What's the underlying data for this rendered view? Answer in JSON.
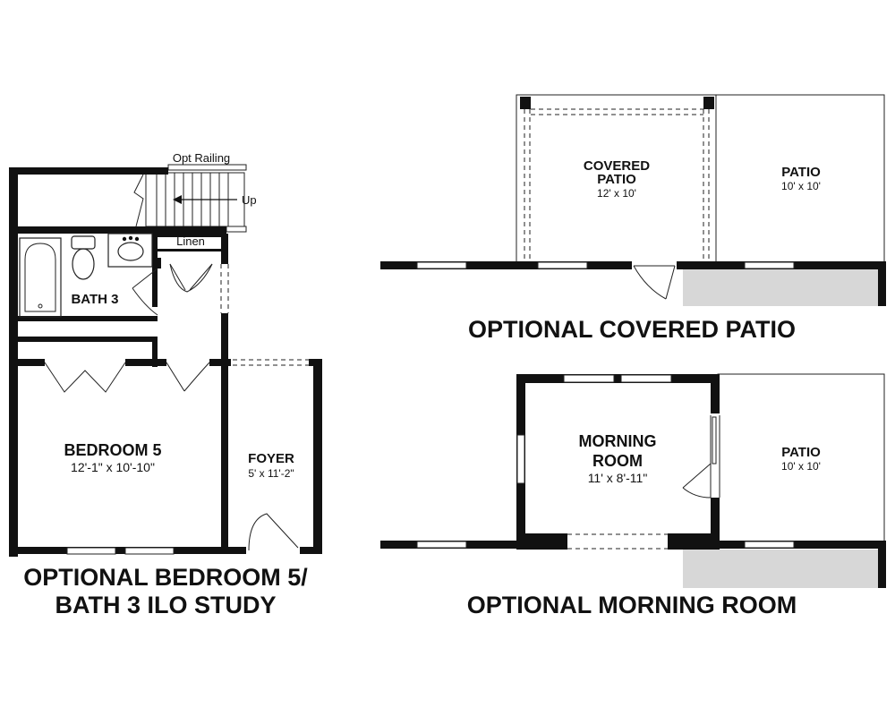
{
  "left_plan": {
    "opt_railing": "Opt Railing",
    "up": "Up",
    "linen": "Linen",
    "bath": "BATH 3",
    "bedroom_name": "BEDROOM 5",
    "bedroom_dims": "12'-1\" x 10'-10\"",
    "foyer_name": "FOYER",
    "foyer_dims": "5' x 11'-2\"",
    "title_line1": "OPTIONAL BEDROOM 5/",
    "title_line2": "BATH 3 ILO STUDY"
  },
  "covered_patio_plan": {
    "covered_name_1": "COVERED",
    "covered_name_2": "PATIO",
    "covered_dims": "12' x 10'",
    "patio_name": "PATIO",
    "patio_dims": "10' x 10'",
    "title": "OPTIONAL COVERED PATIO"
  },
  "morning_room_plan": {
    "room_name_1": "MORNING",
    "room_name_2": "ROOM",
    "room_dims": "11' x 8'-11\"",
    "patio_name": "PATIO",
    "patio_dims": "10' x 10'",
    "title": "OPTIONAL MORNING ROOM"
  },
  "colors": {
    "wall": "#111111",
    "slab": "#d7d7d7",
    "outline": "#222222"
  }
}
